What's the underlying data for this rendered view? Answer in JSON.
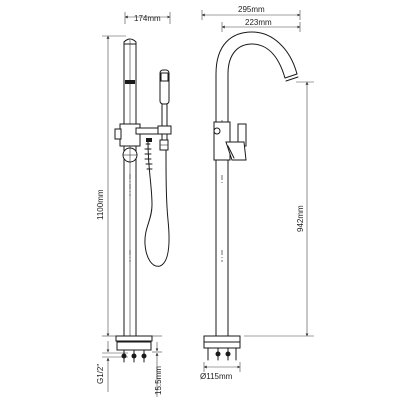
{
  "dimensions": {
    "left_width": "174mm",
    "right_total_width": "295mm",
    "right_spout_reach": "223mm",
    "left_total_height": "1100mm",
    "right_spout_height": "942mm",
    "inlet_thread": "G1/2\"",
    "inlet_height": "15.5mm",
    "base_diameter": "Ø115mm"
  }
}
